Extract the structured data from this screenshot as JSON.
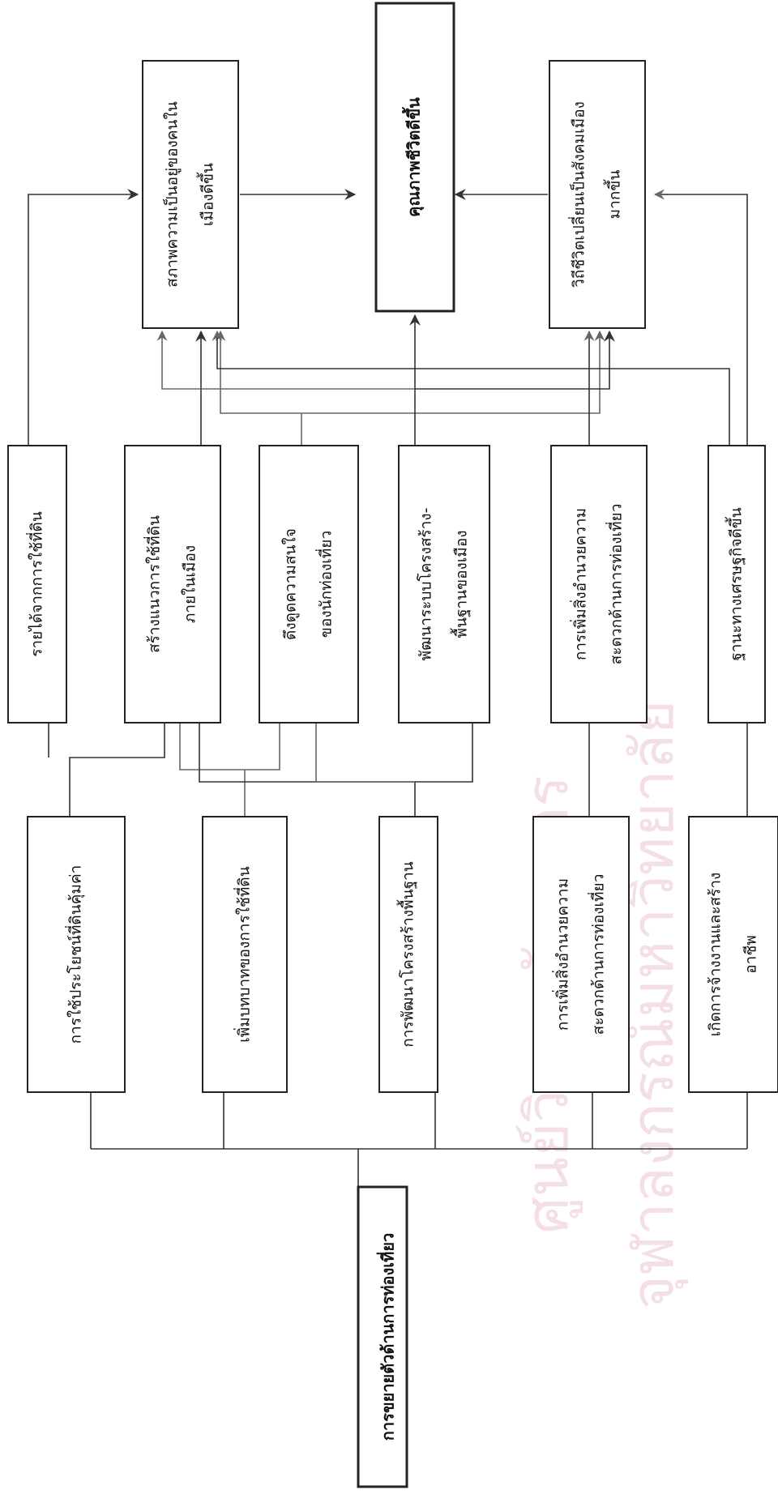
{
  "root": {
    "label": "การขยายตัวด้านการท่องเที่ยว"
  },
  "level1": [
    {
      "id": "l1a",
      "label_lines": [
        "การใช้ประโยชน์ที่ดินคุ้มค่า"
      ]
    },
    {
      "id": "l1b",
      "label_lines": [
        "เพิ่มบทบาทของการใช้ที่ดิน"
      ]
    },
    {
      "id": "l1c",
      "label_lines": [
        "การพัฒนาโครงสร้างพื้นฐาน"
      ]
    },
    {
      "id": "l1d",
      "label_lines": [
        "การเพิ่มสิ่งอำนวยความ",
        "สะดวกด้านการท่องเที่ยว"
      ]
    },
    {
      "id": "l1e",
      "label_lines": [
        "เกิดการจ้างงานและสร้าง",
        "อาชีพ"
      ]
    }
  ],
  "level2": [
    {
      "id": "l2a",
      "label_lines": [
        "รายได้จากการใช้ที่ดิน"
      ]
    },
    {
      "id": "l2b",
      "label_lines": [
        "สร้างแนวการใช้ที่ดิน",
        "ภายในเมือง"
      ]
    },
    {
      "id": "l2c",
      "label_lines": [
        "ดึงดูดความสนใจ",
        "ของนักท่องเที่ยว"
      ]
    },
    {
      "id": "l2d",
      "label_lines": [
        "พัฒนาระบบโครงสร้าง-",
        "พื้นฐานของเมือง"
      ]
    },
    {
      "id": "l2e",
      "label_lines": [
        "การเพิ่มสิ่งอำนวยความ",
        "สะดวกด้านการท่องเที่ยว"
      ]
    },
    {
      "id": "l2f",
      "label_lines": [
        "ฐานะทางเศรษฐกิจดีขึ้น"
      ]
    }
  ],
  "level3": [
    {
      "id": "l3a",
      "label_lines": [
        "สภาพความเป็นอยู่ของคนใน",
        "เมืองดีขึ้น"
      ]
    },
    {
      "id": "l3b",
      "label_lines": [
        "คุณภาพชีวิตดีขึ้น"
      ]
    },
    {
      "id": "l3c",
      "label_lines": [
        "วิถีชีวิตเปลี่ยนเป็นสังคมเมือง",
        "มากขึ้น"
      ]
    }
  ],
  "watermark": {
    "line1": "ศูนย์วิทยทรัพยากร",
    "line2": "จุฬาลงกรณ์มหาวิทยาลัย"
  }
}
